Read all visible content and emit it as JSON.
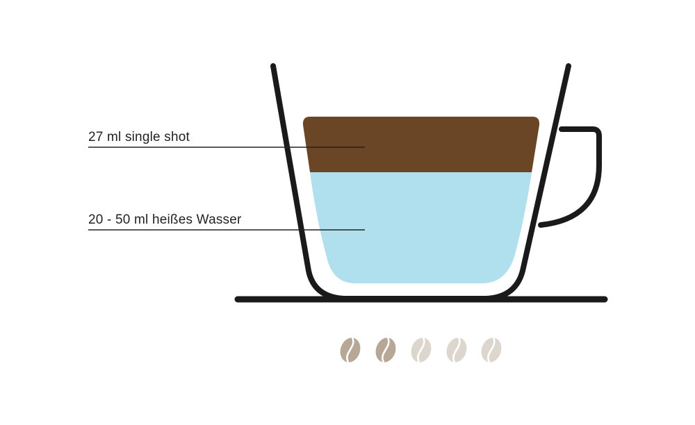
{
  "labels": {
    "espresso": "27 ml single shot",
    "water": "20 - 50 ml heißes Wasser"
  },
  "colors": {
    "outline": "#1a1a1a",
    "espresso": "#6a4526",
    "water": "#b0dfee",
    "bean_active": "#b6a796",
    "bean_inactive": "#ddd6ce",
    "background": "#ffffff"
  },
  "strength": {
    "active": 2,
    "total": 5
  }
}
